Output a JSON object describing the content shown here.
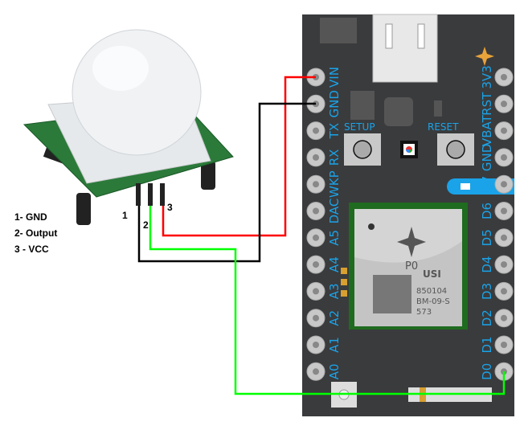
{
  "sensor": {
    "legend": [
      "1- GND",
      "2- Output",
      "3 - VCC"
    ],
    "pin_numbers": [
      "1",
      "2",
      "3"
    ]
  },
  "board": {
    "left_pins": [
      "VIN",
      "GND",
      "TX",
      "RX",
      "WKP",
      "DAC",
      "A5",
      "A4",
      "A3",
      "A2",
      "A1",
      "A0"
    ],
    "right_pins": [
      "3V3",
      "RST",
      "VBAT",
      "GND",
      "D7",
      "D6",
      "D5",
      "D4",
      "D3",
      "D2",
      "D1",
      "D0"
    ],
    "setup_label": "SETUP",
    "reset_label": "RESET",
    "module": {
      "name": "P0",
      "brand": "USI",
      "lines": [
        "850104",
        "BM-09-S",
        "573"
      ]
    }
  },
  "wires": {
    "vcc_color": "#ff0000",
    "gnd_color": "#000000",
    "output_color": "#00ff00"
  }
}
